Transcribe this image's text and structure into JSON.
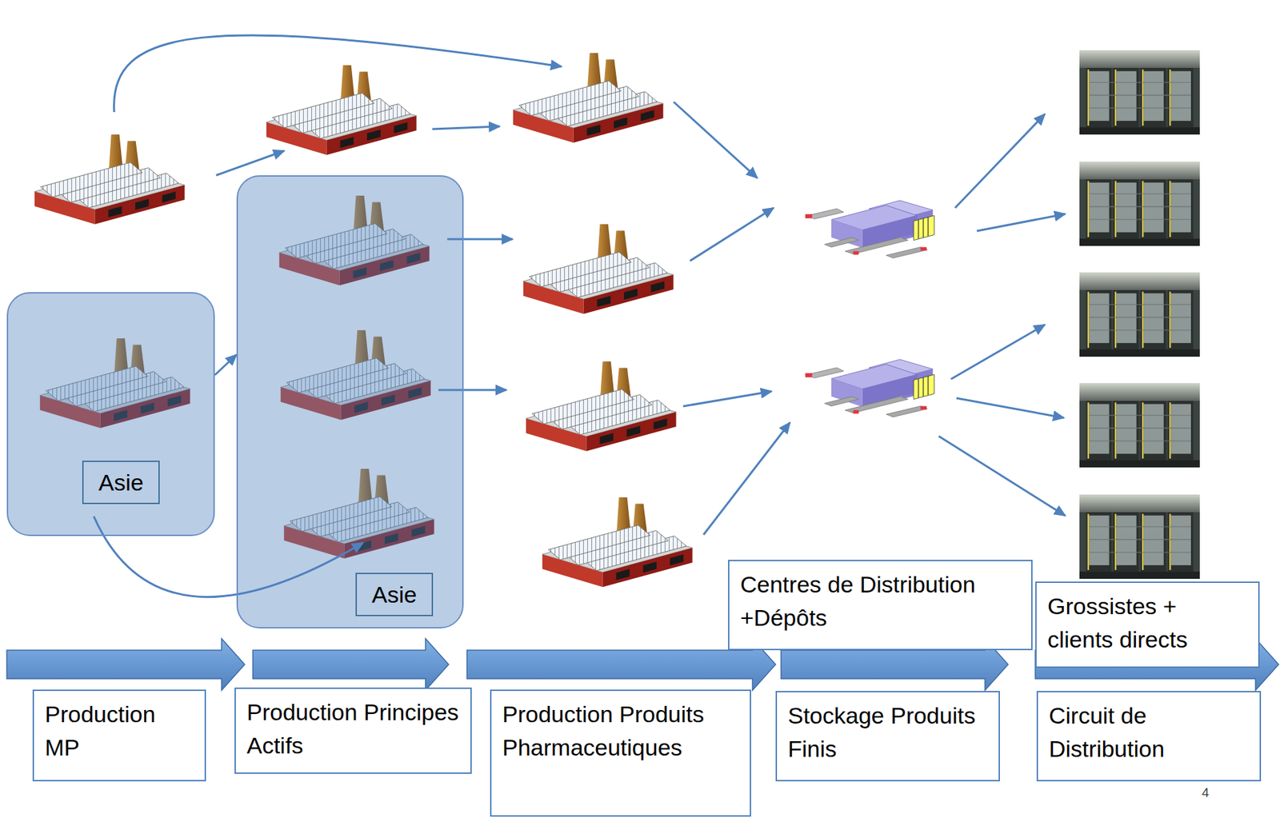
{
  "diagram": {
    "nodes": [
      {
        "text": [
          "Asie"
        ]
      },
      {
        "text": [
          "Asie"
        ]
      },
      {
        "text": [
          "Production MP"
        ]
      },
      {
        "text": [
          "Production Principes Actifs"
        ]
      },
      {
        "text": [
          "Production Produits Pharmaceutiques"
        ]
      },
      {
        "text": [
          "Centres de Distribution +Dépôts"
        ]
      },
      {
        "text": [
          "Stockage Produits Finis"
        ]
      },
      {
        "text": [
          "Grossistes + clients directs"
        ]
      },
      {
        "text": [
          "Circuit de Distribution"
        ]
      }
    ],
    "edges": [
      {
        "from": 0,
        "to": 1,
        "arrow": "to"
      }
    ],
    "labels": [
      "4"
    ]
  }
}
